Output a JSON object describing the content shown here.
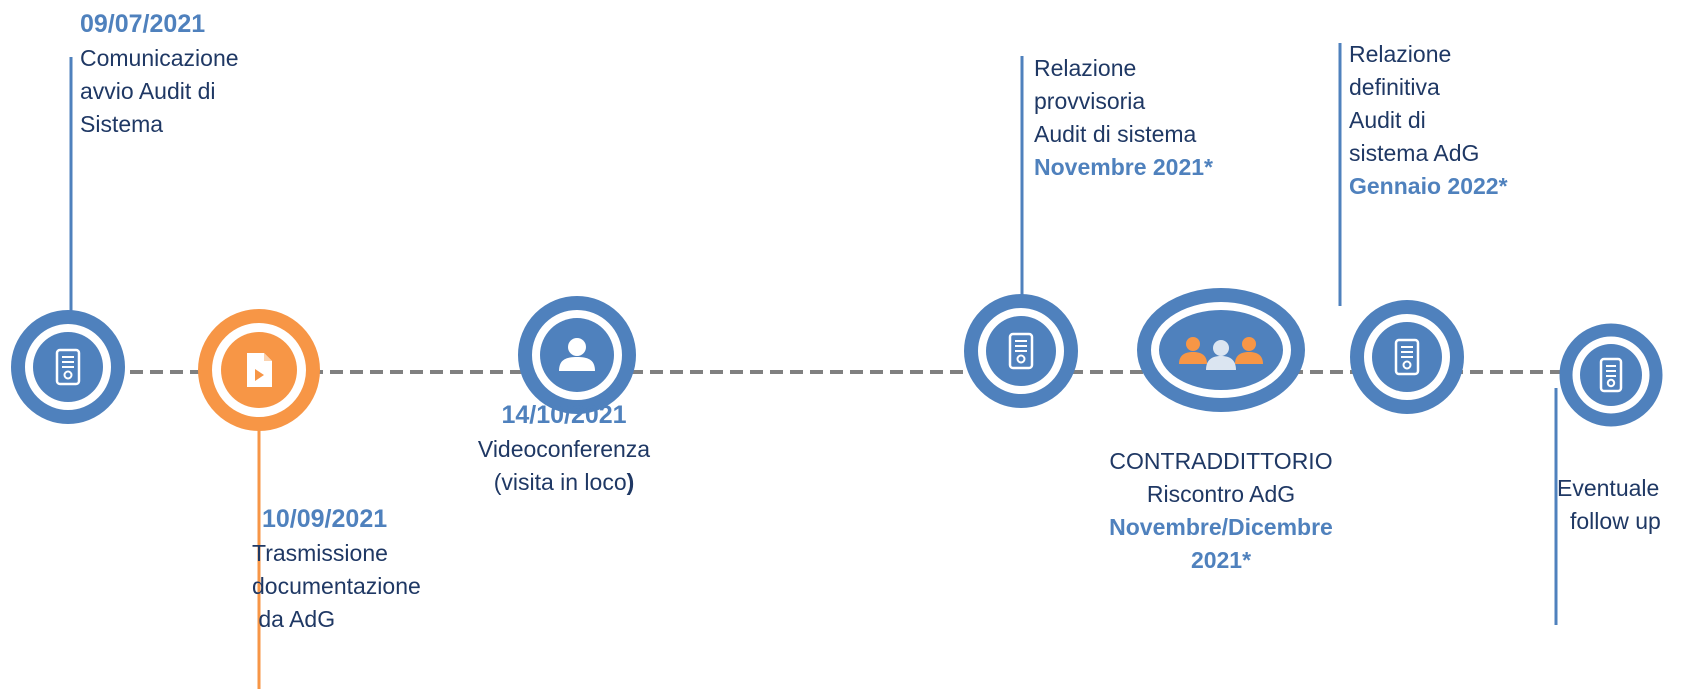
{
  "colors": {
    "blue": "#4f81bd",
    "orange": "#f79646",
    "text": "#1f3864",
    "dash": "#808080"
  },
  "events": [
    {
      "id": "e1",
      "date": "09/07/2021",
      "lines": [
        "Comunicazione",
        "avvio Audit di",
        "Sistema"
      ],
      "icon": "document-icon"
    },
    {
      "id": "e2",
      "date": "10/09/2021",
      "lines": [
        "Trasmissione",
        "documentazione",
        " da AdG"
      ],
      "icon": "file-play-icon"
    },
    {
      "id": "e3",
      "date": "14/10/2021",
      "lines": [
        "Videoconferenza",
        "(visita in loco"
      ],
      "closing": ")",
      "icon": "person-icon"
    },
    {
      "id": "e4",
      "lines": [
        "Relazione",
        "provvisoria",
        "Audit di sistema"
      ],
      "highlight": "Novembre 2021*",
      "icon": "document-icon"
    },
    {
      "id": "e5",
      "lines": [
        "CONTRADDITTORIO",
        "Riscontro AdG"
      ],
      "highlight_lines": [
        "Novembre/Dicembre",
        "2021*"
      ],
      "icon": "group-icon"
    },
    {
      "id": "e6",
      "lines": [
        "Relazione",
        "definitiva",
        "Audit di",
        "sistema AdG"
      ],
      "highlight": "Gennaio 2022*",
      "icon": "document-icon"
    },
    {
      "id": "e7",
      "lines": [
        "Eventuale",
        "follow up"
      ],
      "icon": "document-icon"
    }
  ]
}
